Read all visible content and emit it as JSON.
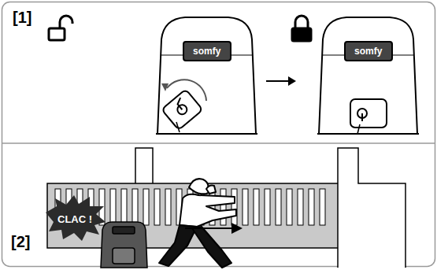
{
  "diagram": {
    "labels": [
      "[1]",
      "somfy",
      "somfy",
      "[2]",
      "CLAC !"
    ]
  }
}
